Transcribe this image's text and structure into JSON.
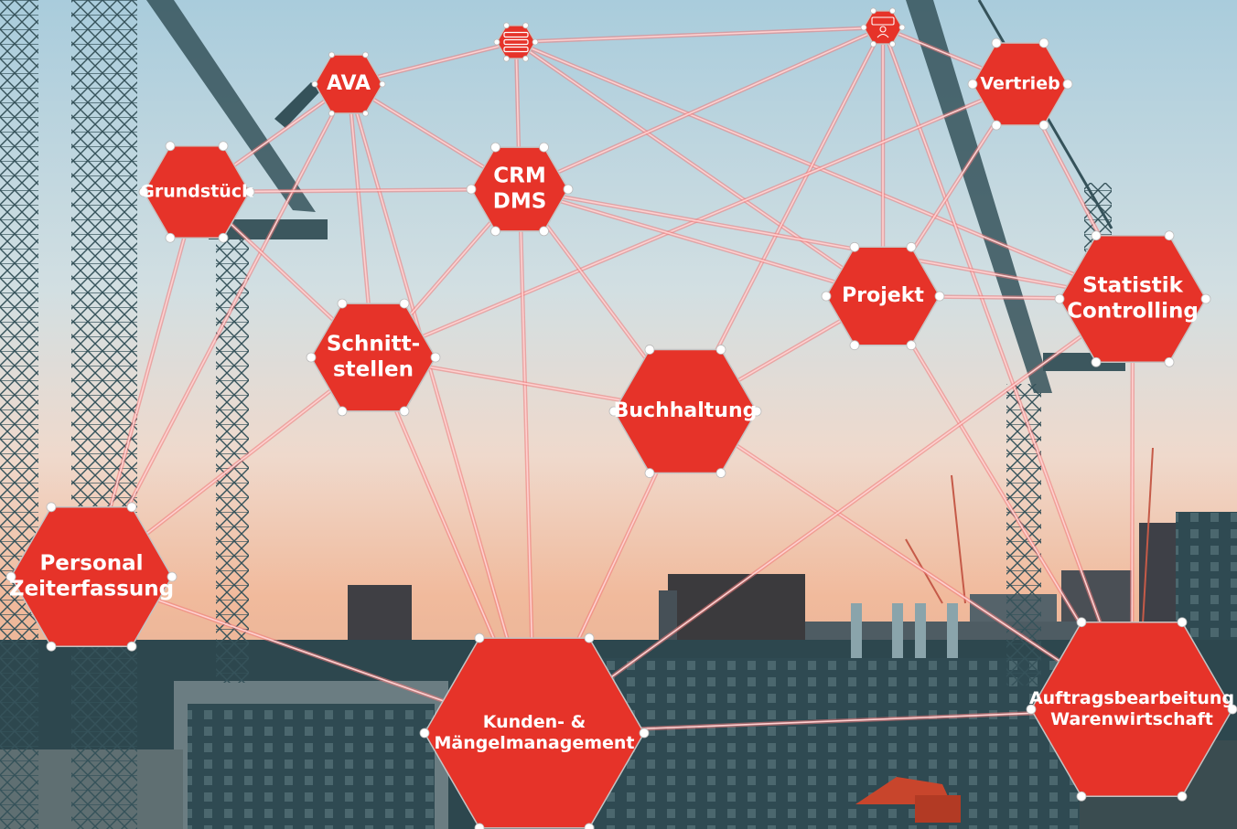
{
  "colors": {
    "hex_fill": "#e63329",
    "hex_stroke": "#c4c4c4",
    "connection_line": "#ffd0d0",
    "connection_glow": "#f07a7a",
    "sky_top": "#a9ccdc",
    "sky_horizon": "#f1ba9c",
    "structures": "#2c4850"
  },
  "nodes": [
    {
      "id": "ava",
      "label": "AVA"
    },
    {
      "id": "tools",
      "label": "",
      "icon": "toolbox-icon"
    },
    {
      "id": "rating",
      "label": "",
      "icon": "customer-rating-icon"
    },
    {
      "id": "vertrieb",
      "label": "Vertrieb"
    },
    {
      "id": "grundstueck",
      "label": "Grundstück"
    },
    {
      "id": "crm",
      "label": "CRM\nDMS"
    },
    {
      "id": "projekt",
      "label": "Projekt"
    },
    {
      "id": "statistik",
      "label": "Statistik\nControlling"
    },
    {
      "id": "schnittstellen",
      "label": "Schnitt-\nstellen"
    },
    {
      "id": "buchhaltung",
      "label": "Buchhaltung"
    },
    {
      "id": "personal",
      "label": "Personal\nZeiterfassung"
    },
    {
      "id": "kunden",
      "label": "Kunden- &\nMängelmanagement"
    },
    {
      "id": "auftrag",
      "label": "Auftragsbearbeitung\nWarenwirtschaft"
    }
  ]
}
